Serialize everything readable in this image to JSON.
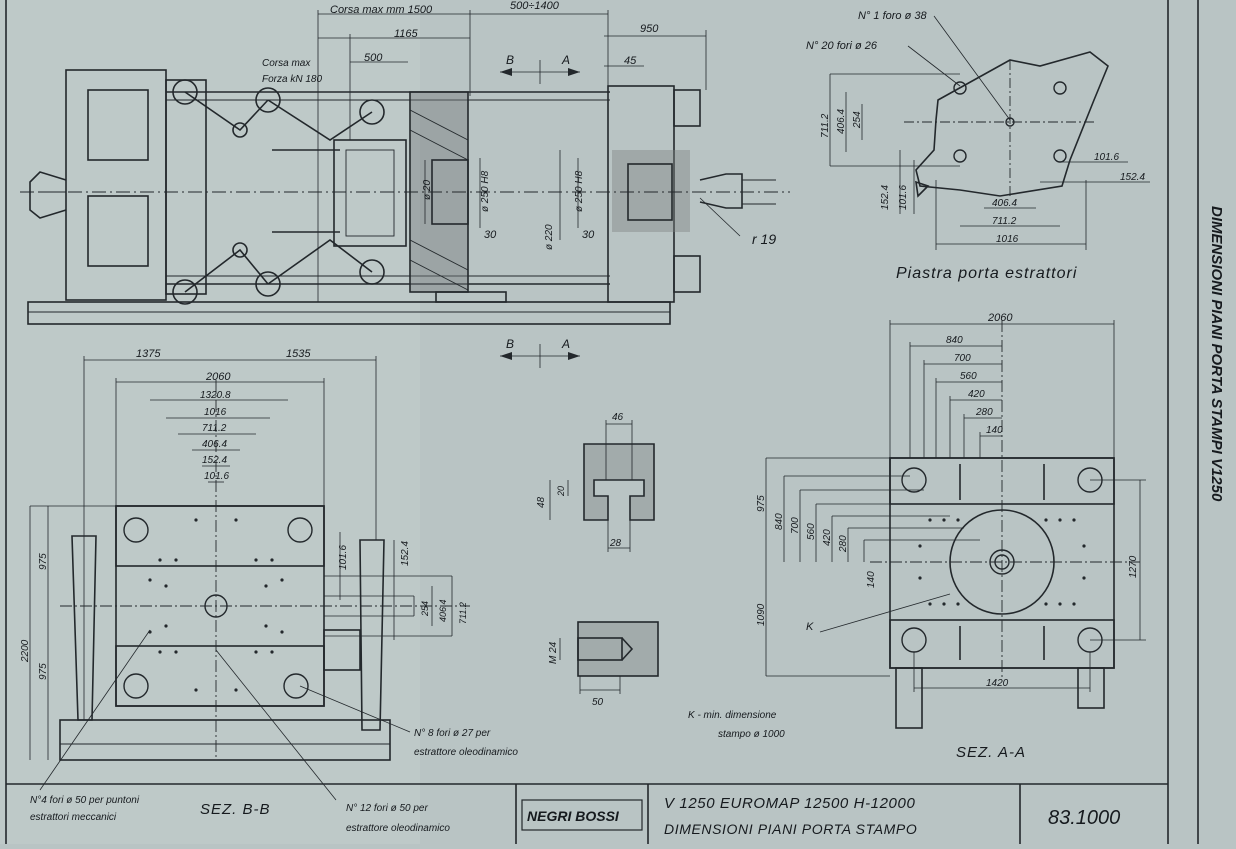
{
  "side_title": "DIMENSIONI PIANI PORTA STAMPI V1250",
  "top_view": {
    "corsa_max_mm": "Corsa max mm 1500",
    "range": "500÷1400",
    "d950": "950",
    "d1165": "1165",
    "corsa_max2": "Corsa max",
    "forza": "Forza kN 180",
    "d500": "500",
    "d45": "45",
    "arrow_b": "B",
    "arrow_a": "A",
    "phi20": "ø 20",
    "phi250a": "ø 250 H8",
    "phi250b": "ø 250 H8",
    "phi220": "ø 220",
    "d30a": "30",
    "d30b": "30",
    "r19": "r 19",
    "arrow_b2": "B",
    "arrow_a2": "A"
  },
  "ejector_plate": {
    "note_1_hole": "N° 1 foro ø 38",
    "note_20_holes": "N° 20 fori ø 26",
    "v7112": "711.2",
    "v4064": "406.4",
    "v254": "254",
    "h1016": "101.6",
    "h1524": "152.4",
    "lv1524": "152.4",
    "lv1016": "101.6",
    "b4064": "406.4",
    "b7112": "711.2",
    "b1016": "1016",
    "caption": "Piastra porta estrattori"
  },
  "section_bb": {
    "d1375": "1375",
    "d1535": "1535",
    "d2060": "2060",
    "d13208": "1320.8",
    "d1016": "1016",
    "d7112": "711.2",
    "d4064": "406.4",
    "d1524": "152.4",
    "d1016b": "101.6",
    "v975a": "975",
    "v975b": "975",
    "v2200": "2200",
    "r1016": "101.6",
    "r1524": "152.4",
    "r254": "254",
    "r4064": "406.4",
    "r7112": "711.2",
    "note8": "N° 8 fori ø 27 per",
    "note8b": "estrattore oleodinamico",
    "note4": "N°4 fori ø 50 per puntoni",
    "note4b": "estrattori meccanici",
    "note12": "N° 12 fori ø 50 per",
    "note12b": "estrattore oleodinamico",
    "caption": "SEZ. B-B"
  },
  "slot_detail": {
    "d46": "46",
    "d48": "48",
    "d20": "20",
    "d28": "28",
    "m24": "M 24",
    "d50": "50"
  },
  "section_aa": {
    "d2060": "2060",
    "d840": "840",
    "d700": "700",
    "d560": "560",
    "d420": "420",
    "d280": "280",
    "d140": "140",
    "v975": "975",
    "v840": "840",
    "v700": "700",
    "v560": "560",
    "v420": "420",
    "v280": "280",
    "v140": "140",
    "v1090": "1090",
    "v1270": "1270",
    "d1420": "1420",
    "k": "K",
    "k_note": "K - min. dimensione",
    "k_note2": "stampo ø 1000",
    "caption": "SEZ. A-A"
  },
  "title_block": {
    "brand": "NEGRI BOSSI",
    "line1": "V 1250 EUROMAP 12500 H-12000",
    "line2": "DIMENSIONI PIANI PORTA STAMPO",
    "number": "83.1000"
  }
}
